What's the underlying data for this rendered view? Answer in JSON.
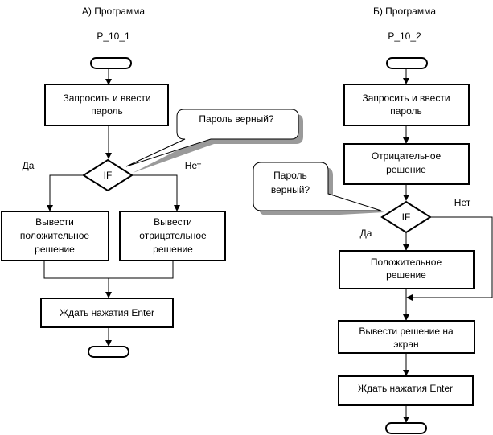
{
  "left": {
    "title": "А) Программа",
    "name": "P_10_1",
    "step_input": [
      "Запросить и ввести",
      "пароль"
    ],
    "callout": "Пароль верный?",
    "yes": "Да",
    "no": "Нет",
    "decision": "IF",
    "branch_pos": [
      "Вывести",
      "положительное",
      "решение"
    ],
    "branch_neg": [
      "Вывести",
      "отрицательное",
      "решение"
    ],
    "wait": "Ждать нажатия Enter"
  },
  "right": {
    "title": "Б) Программа",
    "name": "P_10_2",
    "step_input": [
      "Запросить и ввести",
      "пароль"
    ],
    "step_neg": [
      "Отрицательное",
      "решение"
    ],
    "callout": [
      "Пароль",
      "верный?"
    ],
    "decision": "IF",
    "yes": "Да",
    "no": "Нет",
    "step_pos": [
      "Положительное",
      "решение"
    ],
    "output": [
      "Вывести решение на",
      "экран"
    ],
    "wait": "Ждать нажатия Enter"
  }
}
